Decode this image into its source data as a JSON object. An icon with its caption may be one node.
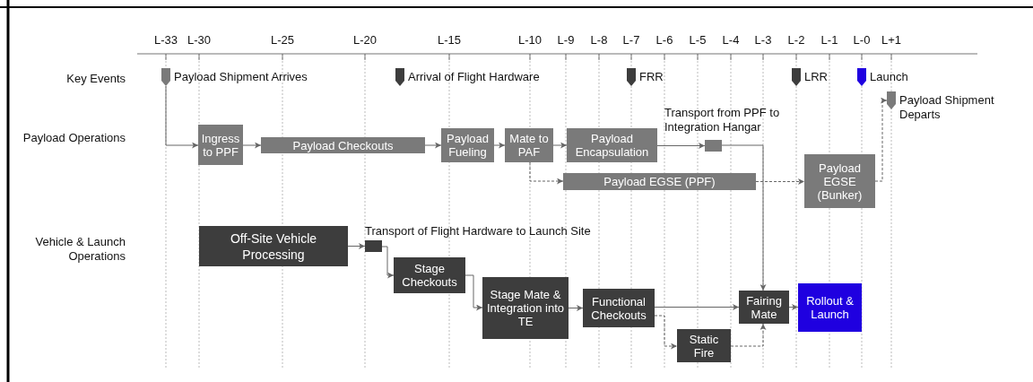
{
  "diagram": {
    "nodes": [
      {
        "text": [
          "Payload Shipment Arrives"
        ]
      },
      {
        "text": [
          "Arrival of Flight Hardware"
        ]
      },
      {
        "text": [
          "FRR"
        ]
      },
      {
        "text": [
          "LRR"
        ]
      },
      {
        "text": [
          "Launch"
        ]
      },
      {
        "text": [
          "Payload Shipment Departs"
        ]
      },
      {
        "text": [
          "Ingress to PPF"
        ]
      },
      {
        "text": [
          "Payload Checkouts"
        ]
      },
      {
        "text": [
          "Payload Fueling"
        ]
      },
      {
        "text": [
          "Mate to PAF"
        ]
      },
      {
        "text": [
          "Payload Encapsulation"
        ]
      },
      {
        "text": [],
        "shape": "box",
        "beside": [
          "Transport from PPF to Integration Hangar"
        ]
      },
      {
        "text": [
          "Payload EGSE (PPF)"
        ]
      },
      {
        "text": [
          "Payload EGSE (Bunker)"
        ]
      },
      {
        "text": [
          "Off-Site Vehicle Processing"
        ]
      },
      {
        "text": [],
        "shape": "box",
        "beside": [
          "Transport of Flight Hardware to Launch Site"
        ]
      },
      {
        "text": [
          "Stage Checkouts"
        ]
      },
      {
        "text": [
          "Stage Mate & Integration into TE"
        ]
      },
      {
        "text": [
          "Functional Checkouts"
        ]
      },
      {
        "text": [
          "Static Fire"
        ]
      },
      {
        "text": [
          "Fairing Mate"
        ]
      },
      {
        "text": [
          "Rollout & Launch"
        ]
      }
    ],
    "edges": [
      {
        "from": 0,
        "to": 6,
        "arrow": "to"
      },
      {
        "from": 6,
        "to": 7,
        "arrow": "to"
      },
      {
        "from": 7,
        "to": 8,
        "arrow": "to"
      },
      {
        "from": 8,
        "to": 9,
        "arrow": "to"
      },
      {
        "from": 9,
        "to": 10,
        "arrow": "to"
      },
      {
        "from": 10,
        "to": 11,
        "arrow": "to"
      },
      {
        "from": 9,
        "to": 12,
        "arrow": "to",
        "style": "dashed"
      },
      {
        "from": 11,
        "to": 20,
        "arrow": "to"
      },
      {
        "from": 12,
        "to": 13,
        "arrow": "to",
        "style": "dashed"
      },
      {
        "from": 13,
        "to": 5,
        "arrow": "to",
        "style": "dashed"
      },
      {
        "from": 14,
        "to": 15,
        "arrow": "to"
      },
      {
        "from": 15,
        "to": 16,
        "arrow": "to"
      },
      {
        "from": 16,
        "to": 17,
        "arrow": "to"
      },
      {
        "from": 17,
        "to": 18,
        "arrow": "to"
      },
      {
        "from": 18,
        "to": 20,
        "arrow": "to"
      },
      {
        "from": 18,
        "to": 19,
        "arrow": "to",
        "style": "dashed"
      },
      {
        "from": 19,
        "to": 20,
        "arrow": "to",
        "style": "dashed"
      },
      {
        "from": 20,
        "to": 21,
        "arrow": "to"
      }
    ],
    "labels": [
      "L-33",
      "L-30",
      "L-25",
      "L-20",
      "L-15",
      "L-10",
      "L-9",
      "L-8",
      "L-7",
      "L-6",
      "L-5",
      "L-4",
      "L-3",
      "L-2",
      "L-1",
      "L-0",
      "L+1",
      "Key Events",
      "Payload Operations",
      "Vehicle & Launch Operations"
    ]
  }
}
